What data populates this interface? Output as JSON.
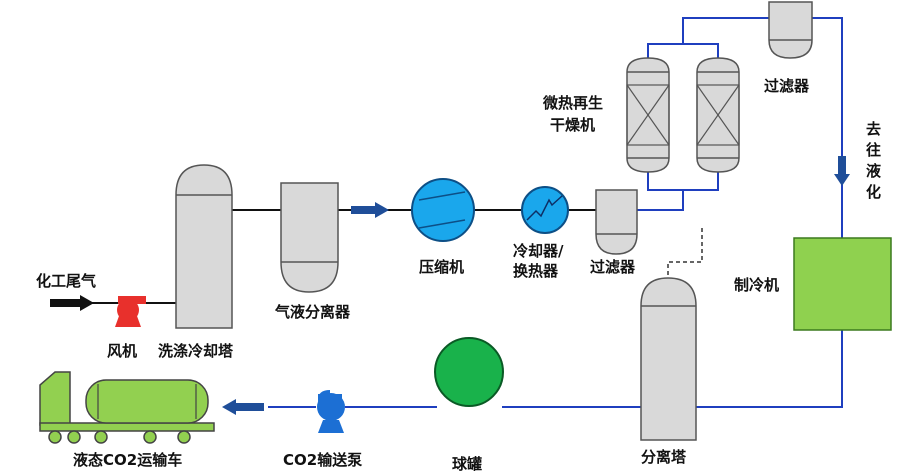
{
  "colors": {
    "vessel_fill": "#d9d9d9",
    "vessel_stroke": "#555555",
    "pipe_blue": "#1f3fbf",
    "pipe_black": "#111111",
    "compressor_blue": "#1aa7ec",
    "sphere_green": "#19b24b",
    "chiller_green": "#8fd14f",
    "truck_green": "#92d050",
    "blower_red": "#e8302c",
    "pump_blue": "#1c6fd4",
    "arrow_blue": "#1f4e99"
  },
  "labels": {
    "chemical_tail_gas": "化工尾气",
    "blower": "风机",
    "wash_cooling_tower": "洗涤冷却塔",
    "gas_liquid_separator": "气液分离器",
    "compressor": "压缩机",
    "cooler_heat_exchanger_l1": "冷却器/",
    "cooler_heat_exchanger_l2": "换热器",
    "filter_lower": "过滤器",
    "micro_heat_dryer_l1": "微热再生",
    "micro_heat_dryer_l2": "干燥机",
    "filter_upper": "过滤器",
    "to_liquefaction_1": "去",
    "to_liquefaction_2": "往",
    "to_liquefaction_3": "液",
    "to_liquefaction_4": "化",
    "refrigerator": "制冷机",
    "separation_tower": "分离塔",
    "spherical_tank": "球罐",
    "co2_pump": "CO2输送泵",
    "liquid_co2_truck": "液态CO2运输车"
  },
  "icons": {
    "blower": "centrifugal-blower-icon",
    "pump": "centrifugal-pump-icon",
    "compressor": "compressor-icon",
    "cooler": "heat-exchanger-coil-icon",
    "truck": "tanker-truck-icon"
  }
}
